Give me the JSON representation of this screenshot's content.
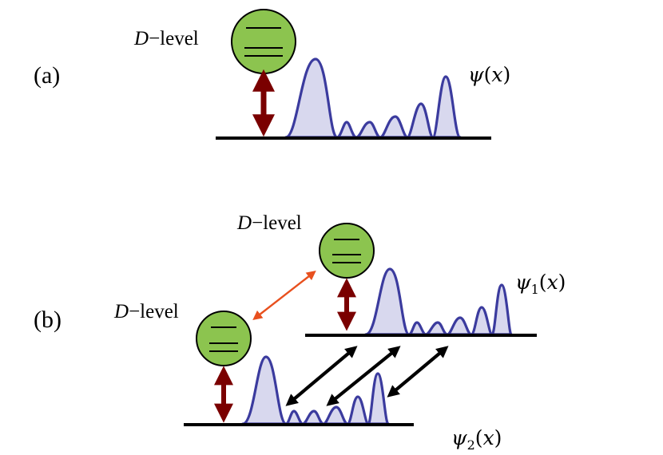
{
  "panels": [
    {
      "label": "(a)",
      "levels": [
        {
          "prefix": "D",
          "suffix": "level"
        }
      ],
      "waves": [
        {
          "symbol": "ψ",
          "subscript": "",
          "arg": "x"
        }
      ]
    },
    {
      "label": "(b)",
      "levels": [
        {
          "prefix": "D",
          "suffix": "level"
        },
        {
          "prefix": "D",
          "suffix": "level"
        }
      ],
      "waves": [
        {
          "symbol": "ψ",
          "subscript": "1",
          "arg": "x"
        },
        {
          "symbol": "ψ",
          "subscript": "2",
          "arg": "x"
        }
      ]
    }
  ],
  "colors": {
    "level_fill": "#8cc44f",
    "wave_stroke": "#3b3b9e",
    "wave_fill": "#d8d8ee",
    "coupling_arrow": "#7a0000",
    "level_exchange_arrow": "#e8501e",
    "tunneling_arrow": "#000000"
  }
}
